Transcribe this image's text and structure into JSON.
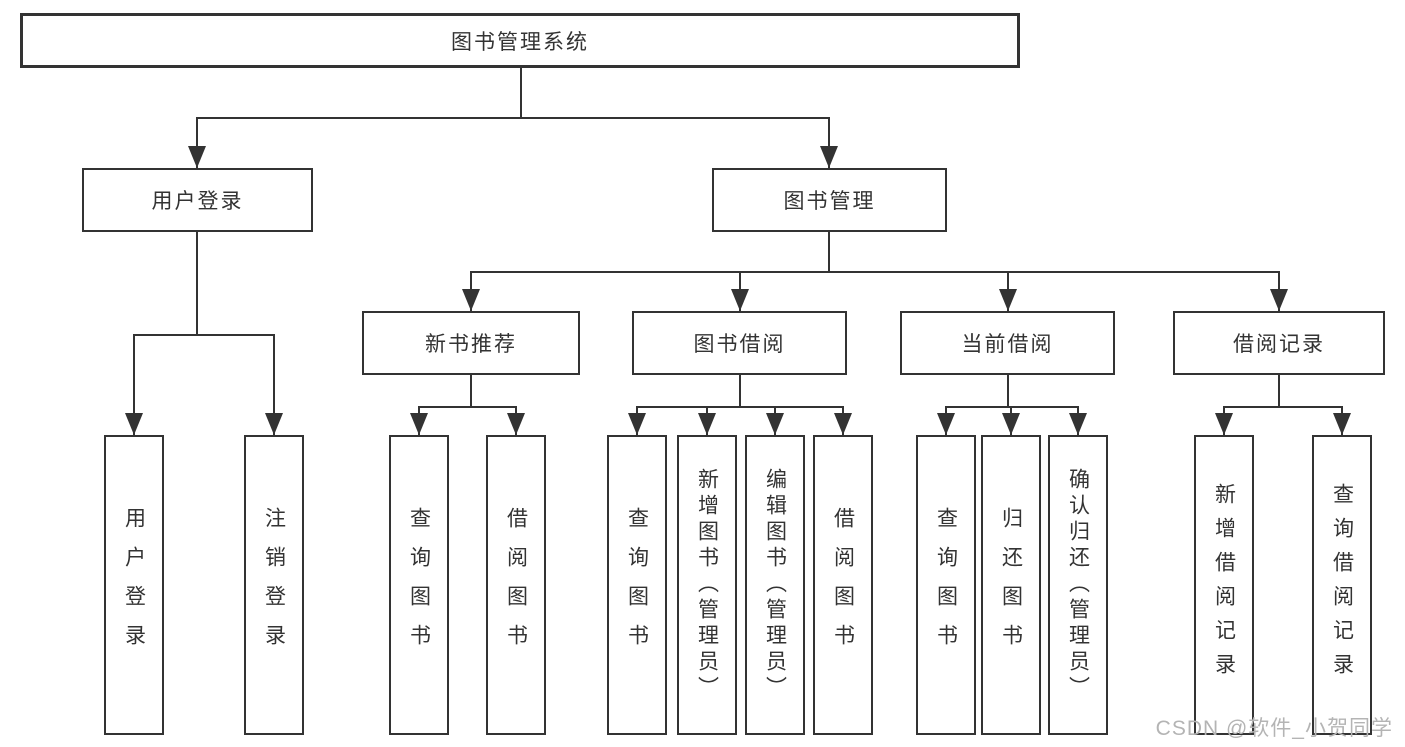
{
  "title": "图书管理系统",
  "watermark": "CSDN @软件_小贺同学",
  "colors": {
    "line": "#333333",
    "box_border": "#333333",
    "text": "#333333",
    "background": "#ffffff",
    "watermark": "#b4b4b4"
  },
  "nodes": {
    "root": "图书管理系统",
    "user_login": "用户登录",
    "book_management": "图书管理",
    "new_book_recommend": "新书推荐",
    "book_borrowing": "图书借阅",
    "current_borrowing": "当前借阅",
    "borrowing_records": "借阅记录",
    "leaf_user_login": "用户登录",
    "leaf_logout": "注销登录",
    "leaf_query_books_1": "查询图书",
    "leaf_borrow_books_1": "借阅图书",
    "leaf_query_books_2": "查询图书",
    "leaf_add_book_admin": "新增图书（管理员）",
    "leaf_edit_book_admin": "编辑图书（管理员）",
    "leaf_borrow_books_2": "借阅图书",
    "leaf_query_books_3": "查询图书",
    "leaf_return_books": "归还图书",
    "leaf_confirm_return_admin": "确认归还（管理员）",
    "leaf_add_borrow_record": "新增借阅记录",
    "leaf_query_borrow_record": "查询借阅记录"
  },
  "hierarchy": {
    "图书管理系统": [
      "用户登录",
      "图书管理"
    ],
    "用户登录": [
      "用户登录",
      "注销登录"
    ],
    "图书管理": [
      "新书推荐",
      "图书借阅",
      "当前借阅",
      "借阅记录"
    ],
    "新书推荐": [
      "查询图书",
      "借阅图书"
    ],
    "图书借阅": [
      "查询图书",
      "新增图书（管理员）",
      "编辑图书（管理员）",
      "借阅图书"
    ],
    "当前借阅": [
      "查询图书",
      "归还图书",
      "确认归还（管理员）"
    ],
    "借阅记录": [
      "新增借阅记录",
      "查询借阅记录"
    ]
  }
}
